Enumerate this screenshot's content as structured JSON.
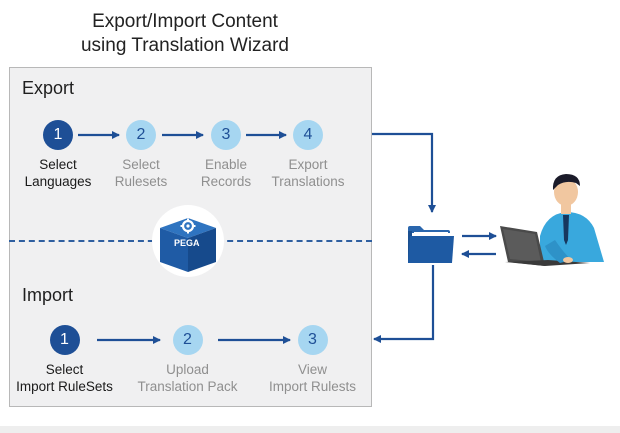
{
  "title": {
    "line1": "Export/Import Content",
    "line2": "using Translation Wizard"
  },
  "export": {
    "label": "Export",
    "steps": [
      {
        "num": "1",
        "line1": "Select",
        "line2": "Languages",
        "state": "active"
      },
      {
        "num": "2",
        "line1": "Select",
        "line2": "Rulesets",
        "state": "inactive"
      },
      {
        "num": "3",
        "line1": "Enable",
        "line2": "Records",
        "state": "inactive"
      },
      {
        "num": "4",
        "line1": "Export",
        "line2": "Translations",
        "state": "inactive"
      }
    ]
  },
  "import": {
    "label": "Import",
    "steps": [
      {
        "num": "1",
        "line1": "Select",
        "line2": "Import RuleSets",
        "state": "active"
      },
      {
        "num": "2",
        "line1": "Upload",
        "line2": "Translation Pack",
        "state": "inactive"
      },
      {
        "num": "3",
        "line1": "View",
        "line2": "Import Rulests",
        "state": "inactive"
      }
    ]
  },
  "pega_logo": {
    "text": "PEGA",
    "icon": "gear-cube-icon"
  },
  "icons": {
    "folder": "folder-icon",
    "user": "user-at-laptop-icon"
  },
  "colors": {
    "dark_blue": "#1e4f96",
    "light_blue": "#a6d6f1",
    "arrow": "#1e4f96",
    "panel_bg": "#f0f0f1",
    "inactive_text": "#8f8f8f"
  }
}
